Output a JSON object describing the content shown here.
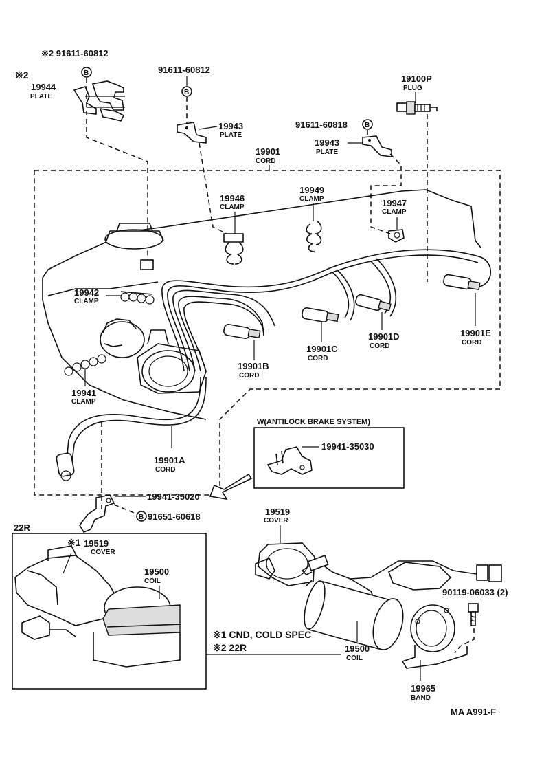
{
  "labels": {
    "plate_19944_note": "※2 91611-60812",
    "plate_19944_mark": "※2",
    "plate_19944_pn": "19944",
    "plate_19944_nm": "PLATE",
    "bolt_top_pn": "91611-60812",
    "plate_19943a_pn": "19943",
    "plate_19943a_nm": "PLATE",
    "plug_pn": "19100P",
    "plug_nm": "PLUG",
    "bolt_right_pn": "91611-60818",
    "plate_19943b_pn": "19943",
    "plate_19943b_nm": "PLATE",
    "cord_main_pn": "19901",
    "cord_main_nm": "CORD",
    "clamp_19946_pn": "19946",
    "clamp_19946_nm": "CLAMP",
    "clamp_19949_pn": "19949",
    "clamp_19949_nm": "CLAMP",
    "clamp_19947_pn": "19947",
    "clamp_19947_nm": "CLAMP",
    "clamp_19942_pn": "19942",
    "clamp_19942_nm": "CLAMP",
    "clamp_19941_pn": "19941",
    "clamp_19941_nm": "CLAMP",
    "cord_b_pn": "19901B",
    "cord_b_nm": "CORD",
    "cord_c_pn": "19901C",
    "cord_c_nm": "CORD",
    "cord_d_pn": "19901D",
    "cord_d_nm": "CORD",
    "cord_e_pn": "19901E",
    "cord_e_nm": "CORD",
    "cord_a_pn": "19901A",
    "cord_a_nm": "CORD",
    "abs_title": "W(ANTILOCK BRAKE SYSTEM)",
    "abs_clamp_pn": "19941-35030",
    "clamp_35020_pn": "19941-35020",
    "bolt_bottom_pn": "91651-60618",
    "box_22r_title": "22R",
    "cover_22r_mark": "※1",
    "cover_22r_pn": "19519",
    "cover_22r_nm": "COVER",
    "coil_22r_pn": "19500",
    "coil_22r_nm": "COIL",
    "cover_right_pn": "19519",
    "cover_right_nm": "COVER",
    "screw_pn": "90119-06033 (2)",
    "note1": "※1 CND,  COLD  SPEC",
    "note2": "※2 22R",
    "coil_right_pn": "19500",
    "coil_right_nm": "COIL",
    "band_pn": "19965",
    "band_nm": "BAND",
    "ref_code": "MA   A991-F",
    "bolt_symbol": "B"
  }
}
